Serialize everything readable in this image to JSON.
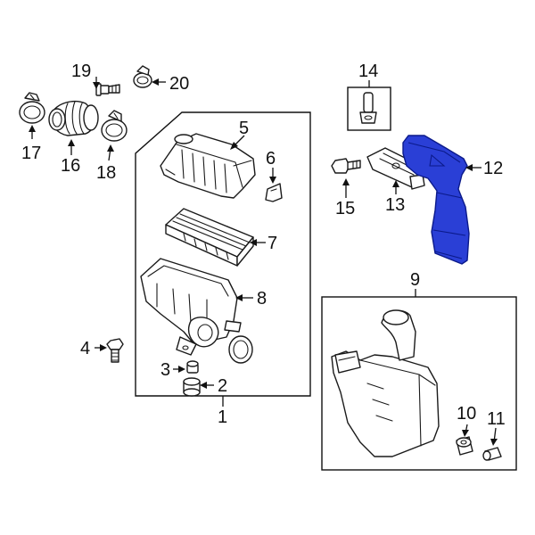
{
  "diagram": {
    "highlight_color": "#2a3fd6",
    "line_color": "#111111",
    "background": "#ffffff",
    "callouts": {
      "c1": "1",
      "c2": "2",
      "c3": "3",
      "c4": "4",
      "c5": "5",
      "c6": "6",
      "c7": "7",
      "c8": "8",
      "c9": "9",
      "c10": "10",
      "c11": "11",
      "c12": "12",
      "c13": "13",
      "c14": "14",
      "c15": "15",
      "c16": "16",
      "c17": "17",
      "c18": "18",
      "c19": "19",
      "c20": "20"
    }
  }
}
